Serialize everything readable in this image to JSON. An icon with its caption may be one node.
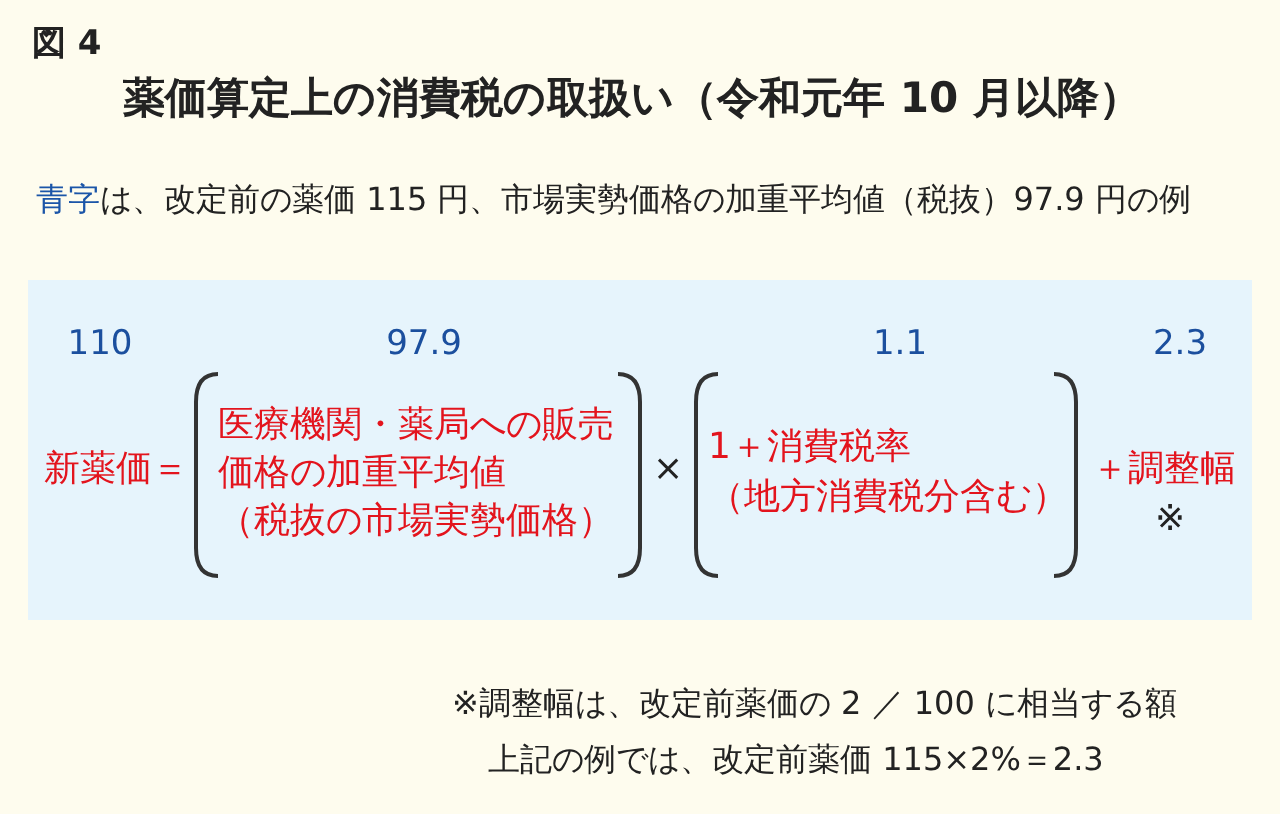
{
  "diagram": {
    "title": "薬価算定上の消費税の取扱い（令和元年 10 月以降）",
    "nodes": [
      {
        "text": [
          "110",
          "97.9",
          "1.1",
          "2.3",
          "新薬価＝",
          "×",
          "＋調整幅",
          "※"
        ]
      },
      {
        "text": [
          "医療機関・薬局への販売価格の加重平均値",
          "（税抜の市場実勢価格）"
        ],
        "in": 0
      },
      {
        "text": [
          "1＋消費税率",
          "（地方消費税分含む）"
        ],
        "in": 0
      }
    ],
    "labels": [
      "図 4",
      "**青字**は、改定前の薬価 115 円、市場実勢価格の加重平均値（税抜）97.9 円の例",
      "※調整幅は、改定前薬価の 2 ／ 100 に相当する額",
      "上記の例では、改定前薬価 115×2%＝2.3"
    ]
  }
}
